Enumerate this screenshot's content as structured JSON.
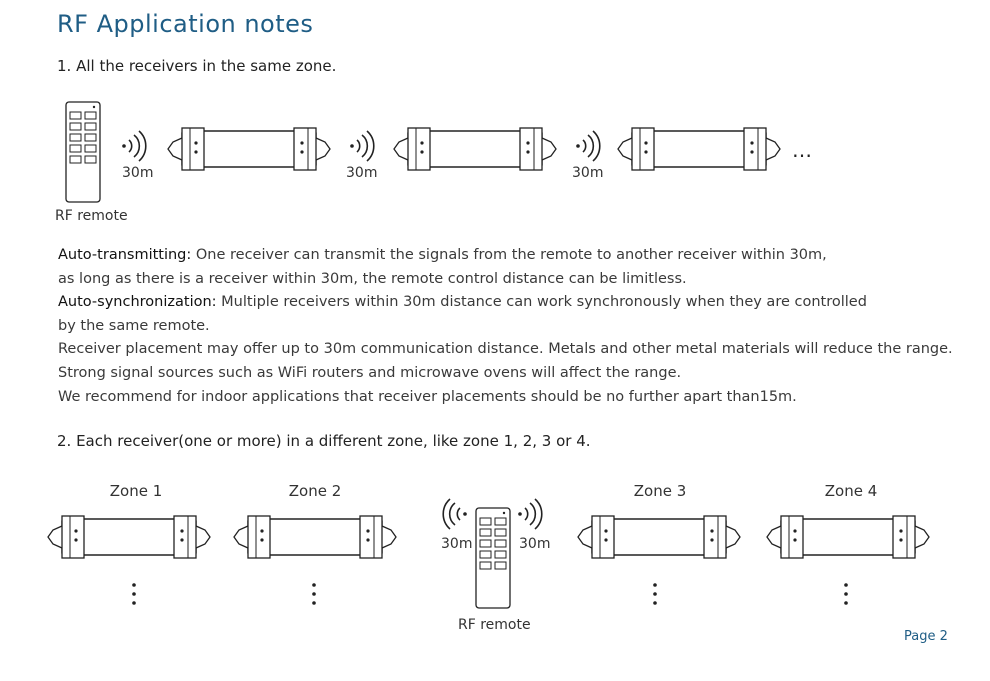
{
  "header": {
    "title": "RF Application notes"
  },
  "section1": {
    "heading": "1. All the receivers in the same zone.",
    "remote_label": "RF remote",
    "distance_labels": [
      "30m",
      "30m",
      "30m"
    ],
    "ellipsis": "…"
  },
  "notes": {
    "auto_transmit_label": "Auto-transmitting:",
    "auto_transmit_text": " One receiver can transmit the signals from the remote to another receiver within 30m,",
    "auto_transmit_text2": "as long as there is a receiver within 30m, the remote control distance can be limitless.",
    "auto_sync_label": "Auto-synchronization:",
    "auto_sync_text": " Multiple receivers within 30m distance can work synchronously when they are controlled",
    "auto_sync_text2": "by the same remote.",
    "placement_1": "Receiver placement may offer up to 30m communication distance. Metals and other metal materials will reduce the range.",
    "placement_2": "Strong signal sources such as WiFi routers and microwave ovens will affect the range.",
    "placement_3": "We recommend for indoor applications that receiver placements should be no further apart than15m."
  },
  "section2": {
    "heading": "2. Each receiver(one or more) in a different zone, like zone 1, 2, 3 or 4.",
    "zones": [
      "Zone 1",
      "Zone 2",
      "Zone 3",
      "Zone 4"
    ],
    "distance_left": "30m",
    "distance_right": "30m",
    "remote_label": "RF remote"
  },
  "footer": {
    "page": "Page 2"
  }
}
